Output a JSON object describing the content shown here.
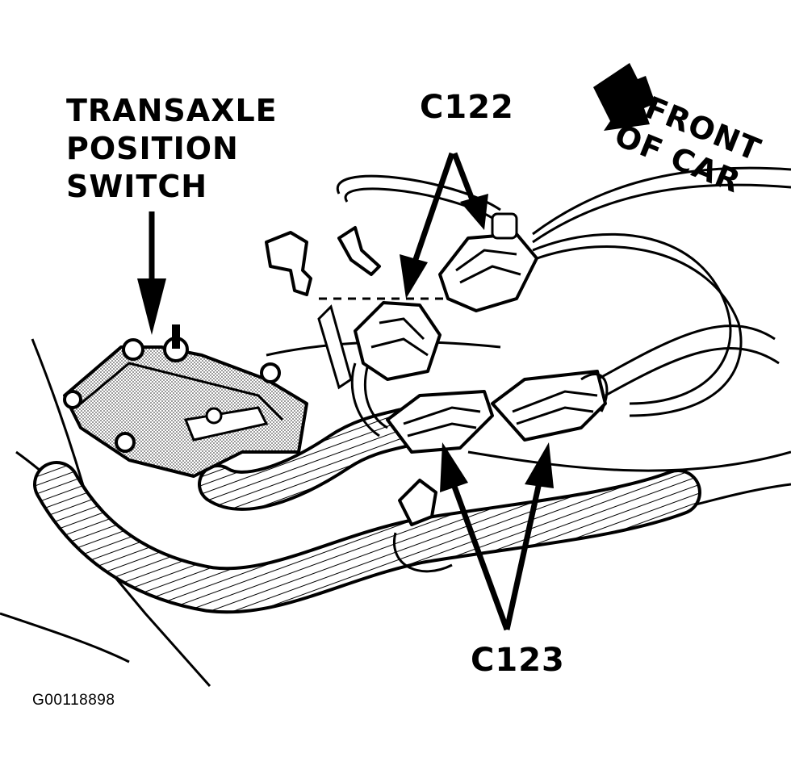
{
  "labels": {
    "transaxle_switch": [
      "TRANSAXLE",
      "POSITION",
      "SWITCH"
    ],
    "c122": "C122",
    "c123": "C123",
    "front_of_car": [
      "FRONT",
      "OF CAR"
    ],
    "figure_id": "G00118898"
  },
  "colors": {
    "ink": "#000000",
    "paper": "#ffffff",
    "stipple": "#b8b8b8"
  }
}
